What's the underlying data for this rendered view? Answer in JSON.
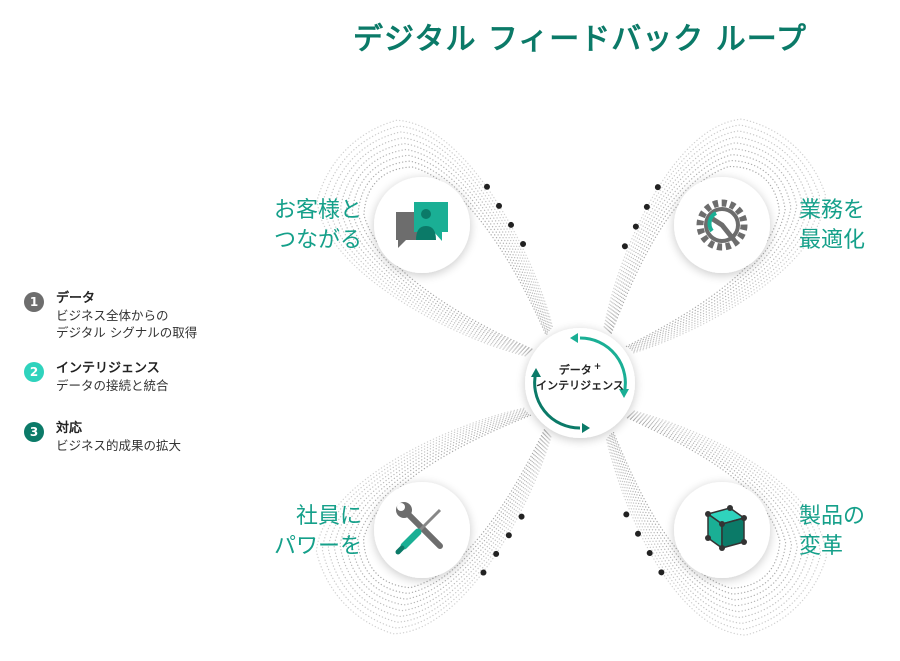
{
  "title": "デジタル フィードバック ループ",
  "quadrants": {
    "top_left": {
      "line1": "お客様と",
      "line2": "つながる",
      "icon": "chat-bubbles-person-icon"
    },
    "top_right": {
      "line1": "業務を",
      "line2": "最適化",
      "icon": "gear-icon"
    },
    "bottom_left": {
      "line1": "社員に",
      "line2": "パワーを",
      "icon": "wrench-screwdriver-icon"
    },
    "bottom_right": {
      "line1": "製品の",
      "line2": "変革",
      "icon": "cube-icon"
    }
  },
  "center": {
    "line1": "データ",
    "plus": "+",
    "line2": "インテリジェンス"
  },
  "legend": [
    {
      "number": "1",
      "heading": "データ",
      "desc1": "ビジネス全体からの",
      "desc2": "デジタル シグナルの取得",
      "color": "#6d6d6d"
    },
    {
      "number": "2",
      "heading": "インテリジェンス",
      "desc1": "データの接続と統合",
      "color": "#2fd3bd"
    },
    {
      "number": "3",
      "heading": "対応",
      "desc1": "ビジネス的成果の拡大",
      "color": "#0b7a68"
    }
  ],
  "colors": {
    "title": "#0b7a68",
    "label": "#15a08a",
    "accent": "#1aaf95",
    "dark_teal": "#0b7a68",
    "gray": "#6d6d6d",
    "dots": "#9a9a9a"
  }
}
